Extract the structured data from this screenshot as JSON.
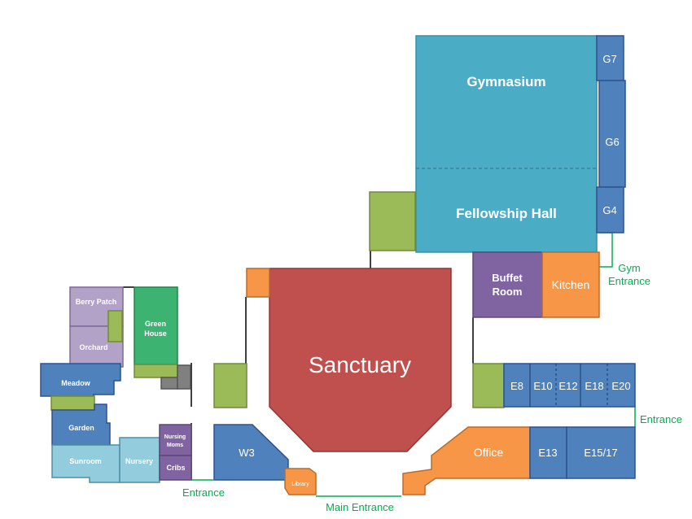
{
  "rooms": {
    "gymnasium": "Gymnasium",
    "fellowship_hall": "Fellowship Hall",
    "g7": "G7",
    "g6": "G6",
    "g4": "G4",
    "buffet_room_line1": "Buffet",
    "buffet_room_line2": "Room",
    "kitchen": "Kitchen",
    "sanctuary": "Sanctuary",
    "e8": "E8",
    "e10": "E10",
    "e12": "E12",
    "e18": "E18",
    "e20": "E20",
    "office": "Office",
    "e13": "E13",
    "e15_17": "E15/17",
    "w3": "W3",
    "library": "Library",
    "berry_patch": "Berry Patch",
    "orchard": "Orchard",
    "green_house_line1": "Green",
    "green_house_line2": "House",
    "meadow": "Meadow",
    "garden": "Garden",
    "sunroom": "Sunroom",
    "nursery": "Nursery",
    "nursing_moms_line1": "Nursing",
    "nursing_moms_line2": "Moms",
    "cribs": "Cribs"
  },
  "entrances": {
    "gym_line1": "Gym",
    "gym_line2": "Entrance",
    "east": "Entrance",
    "main": "Main Entrance",
    "west": "Entrance"
  },
  "colors": {
    "gym_teal": "#4BACC6",
    "room_blue": "#4F81BD",
    "sanctuary_red": "#C0504D",
    "purple": "#8064A2",
    "orange": "#F79646",
    "green": "#9BBB59",
    "light_blue": "#93CDDD",
    "lavender": "#B3A2C7",
    "mint": "#3CB371",
    "gray": "#808080",
    "entrance_green": "#00B050"
  }
}
